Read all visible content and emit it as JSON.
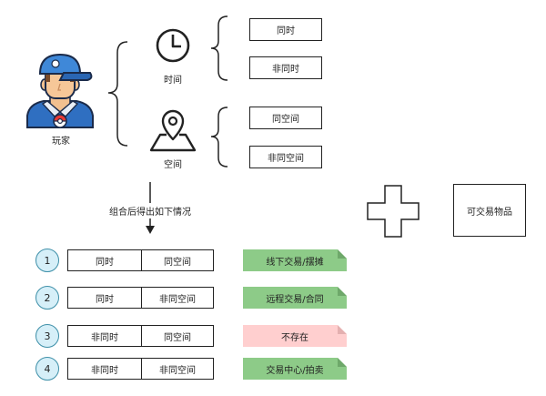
{
  "player": {
    "label": "玩家"
  },
  "time": {
    "label": "时间",
    "options": [
      "同时",
      "非同时"
    ]
  },
  "space": {
    "label": "空间",
    "options": [
      "同空间",
      "非同空间"
    ]
  },
  "combine_label": "组合后得出如下情况",
  "tradable_item": "可交易物品",
  "rows": [
    {
      "number": "1",
      "time": "同时",
      "space": "同空间",
      "result": "线下交易/摆摊",
      "result_fill": "#8dcb88",
      "result_fold": "#6ea86a"
    },
    {
      "number": "2",
      "time": "同时",
      "space": "非同空间",
      "result": "远程交易/合同",
      "result_fill": "#8dcb88",
      "result_fold": "#6ea86a"
    },
    {
      "number": "3",
      "time": "非同时",
      "space": "同空间",
      "result": "不存在",
      "result_fill": "#ffcfcf",
      "result_fold": "#e4b0b0"
    },
    {
      "number": "4",
      "time": "非同时",
      "space": "非同空间",
      "result": "交易中心/拍卖",
      "result_fill": "#8dcb88",
      "result_fold": "#6ea86a"
    }
  ],
  "colors": {
    "stroke": "#222222",
    "number_circle_fill": "#d6eff8",
    "number_circle_stroke": "#3d8fa8"
  }
}
